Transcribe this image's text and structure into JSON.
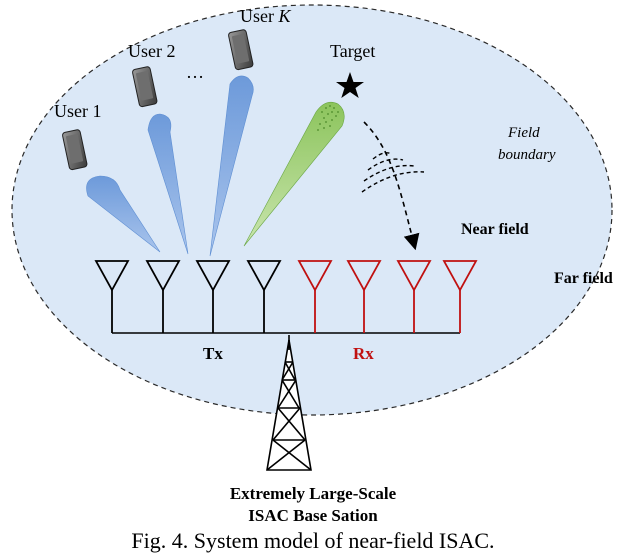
{
  "diagram": {
    "users": [
      {
        "label": "User 1"
      },
      {
        "label": "User 2"
      },
      {
        "label_prefix": "User ",
        "label_var": "K"
      }
    ],
    "ellipsis": "…",
    "target_label": "Target",
    "field_boundary_line1": "Field",
    "field_boundary_line2": "boundary",
    "near_field_label": "Near field",
    "far_field_label": "Far field",
    "tx_label": "Tx",
    "rx_label": "Rx",
    "base_station_line1": "Extremely Large-Scale",
    "base_station_line2": "ISAC Base Sation",
    "caption": "Fig. 4. System model of near-field ISAC.",
    "colors": {
      "near_field_fill": "#dbe8f7",
      "tx_antenna": "#000000",
      "rx_antenna": "#c01010",
      "comm_beam": "#6f9ad6",
      "sensing_beam": "#7ab648"
    }
  }
}
